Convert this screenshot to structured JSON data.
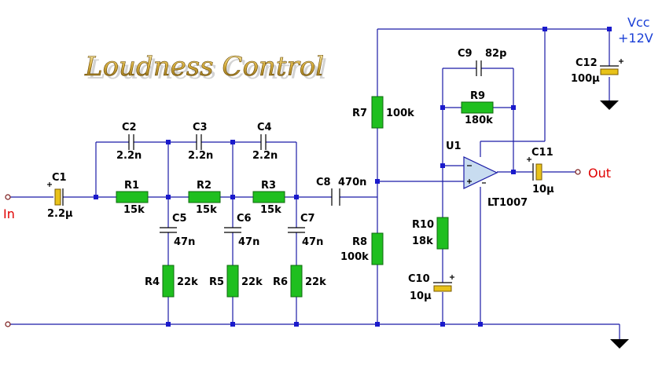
{
  "title": "Loudness Control",
  "io": {
    "input": "In",
    "output": "Out",
    "vcc": "Vcc",
    "supply": "+12V"
  },
  "components": {
    "C1": {
      "ref": "C1",
      "value": "2.2µ"
    },
    "C2": {
      "ref": "C2",
      "value": "2.2n"
    },
    "C3": {
      "ref": "C3",
      "value": "2.2n"
    },
    "C4": {
      "ref": "C4",
      "value": "2.2n"
    },
    "C5": {
      "ref": "C5",
      "value": "47n"
    },
    "C6": {
      "ref": "C6",
      "value": "47n"
    },
    "C7": {
      "ref": "C7",
      "value": "47n"
    },
    "C8": {
      "ref": "C8",
      "value": "470n"
    },
    "C9": {
      "ref": "C9",
      "value": "82p"
    },
    "C10": {
      "ref": "C10",
      "value": "10µ"
    },
    "C11": {
      "ref": "C11",
      "value": "10µ"
    },
    "C12": {
      "ref": "C12",
      "value": "100µ"
    },
    "R1": {
      "ref": "R1",
      "value": "15k"
    },
    "R2": {
      "ref": "R2",
      "value": "15k"
    },
    "R3": {
      "ref": "R3",
      "value": "15k"
    },
    "R4": {
      "ref": "R4",
      "value": "22k"
    },
    "R5": {
      "ref": "R5",
      "value": "22k"
    },
    "R6": {
      "ref": "R6",
      "value": "22k"
    },
    "R7": {
      "ref": "R7",
      "value": "100k"
    },
    "R8": {
      "ref": "R8",
      "value": "100k"
    },
    "R9": {
      "ref": "R9",
      "value": "180k"
    },
    "R10": {
      "ref": "R10",
      "value": "18k"
    },
    "U1": {
      "ref": "U1",
      "value": "LT1007"
    }
  },
  "colors": {
    "wire": "#1a1aa6",
    "resistor": "#1fbf1f",
    "electrolytic": "#e8c21a",
    "io_text": "#e00000",
    "vcc_text": "#1a3fd6"
  }
}
